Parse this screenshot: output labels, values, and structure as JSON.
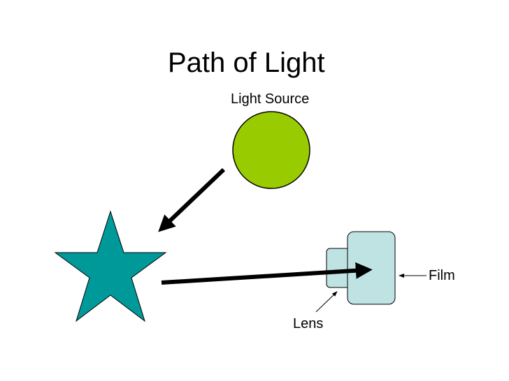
{
  "title": "Path of Light",
  "labels": {
    "light_source": "Light Source",
    "film": "Film",
    "lens": "Lens"
  },
  "colors": {
    "light_source_fill": "#99cc00",
    "object_fill": "#009999",
    "camera_fill": "#bfe3e3",
    "arrow": "#000000"
  }
}
